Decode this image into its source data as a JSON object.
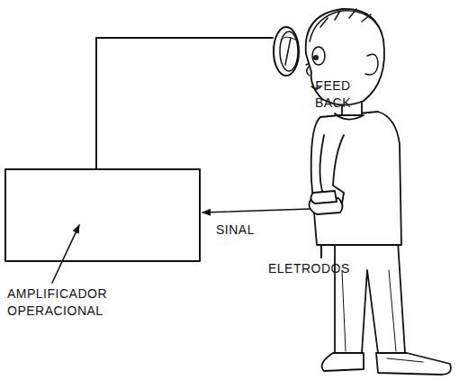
{
  "diagram": {
    "labels": [
      "FEED BACK",
      "SINAL",
      "ELETRODOS",
      "AMPLIFICADOR OPERACIONAL"
    ]
  }
}
